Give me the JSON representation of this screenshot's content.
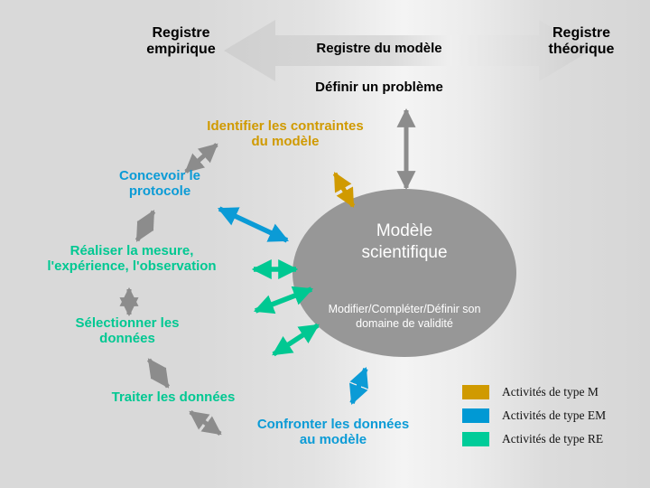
{
  "banner": {
    "left_label": "Registre\nempirique",
    "left_line1": "Registre",
    "left_line2": "empirique",
    "center_label": "Registre du modèle",
    "right_line1": "Registre",
    "right_line2": "théorique",
    "below_center_label": "Définir un problème"
  },
  "nodes": {
    "identifier_line1": "Identifier les contraintes",
    "identifier_line2": "du modèle",
    "concevoir_line1": "Concevoir le",
    "concevoir_line2": "protocole",
    "realiser_line1": "Réaliser la mesure,",
    "realiser_line2": "l'expérience, l'observation",
    "selectionner_line1": "Sélectionner les",
    "selectionner_line2": "données",
    "traiter": "Traiter les données",
    "confronter_line1": "Confronter les données",
    "confronter_line2": "au modèle"
  },
  "ellipse": {
    "title_line1": "Modèle",
    "title_line2": "scientifique",
    "subtitle_line1": "Modifier/Compléter/Définir son",
    "subtitle_line2": "domaine de validité"
  },
  "legend": {
    "items": [
      {
        "color": "#D09A00",
        "label": "Activités de type M"
      },
      {
        "color": "#0099D4",
        "label": "Activités de type EM"
      },
      {
        "color": "#00CC99",
        "label": "Activités de type RE"
      }
    ]
  },
  "palette": {
    "gold": "#D09A00",
    "blue": "#0B9BD6",
    "green": "#00C892",
    "gray_arrow": "#8C8C8C",
    "ellipse_fill": "#979797",
    "banner_fill": "#d2d2d2"
  },
  "icons": {
    "banner_arrow": "double-headed-banner-arrow",
    "arrow_gray": "gray-double-arrow",
    "arrow_gold": "gold-double-arrow",
    "arrow_blue": "blue-double-arrow",
    "arrow_green": "green-double-arrow"
  }
}
